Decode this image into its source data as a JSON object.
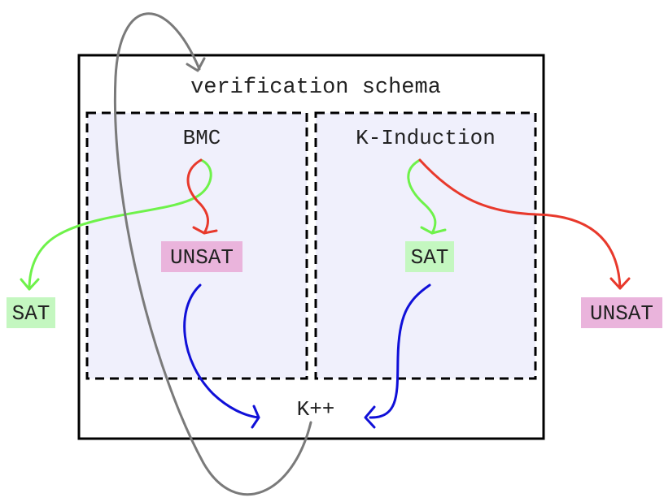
{
  "outer_box": {
    "title": "verification schema"
  },
  "bmc_box": {
    "title": "BMC",
    "result": "UNSAT",
    "escaped_result": "SAT"
  },
  "kinduction_box": {
    "title": "K-Induction",
    "result": "SAT",
    "escaped_result": "UNSAT"
  },
  "kplusplus": {
    "label": "K++"
  },
  "colors": {
    "outer_border": "#000000",
    "inner_fill": "#f0f0fc",
    "sat_bg": "#c4f7c0",
    "unsat_bg": "#eab4dc",
    "arrow_green": "#6ef24a",
    "arrow_red": "#e8392c",
    "arrow_blue": "#1010d8",
    "arrow_gray": "#7a7a7a"
  }
}
